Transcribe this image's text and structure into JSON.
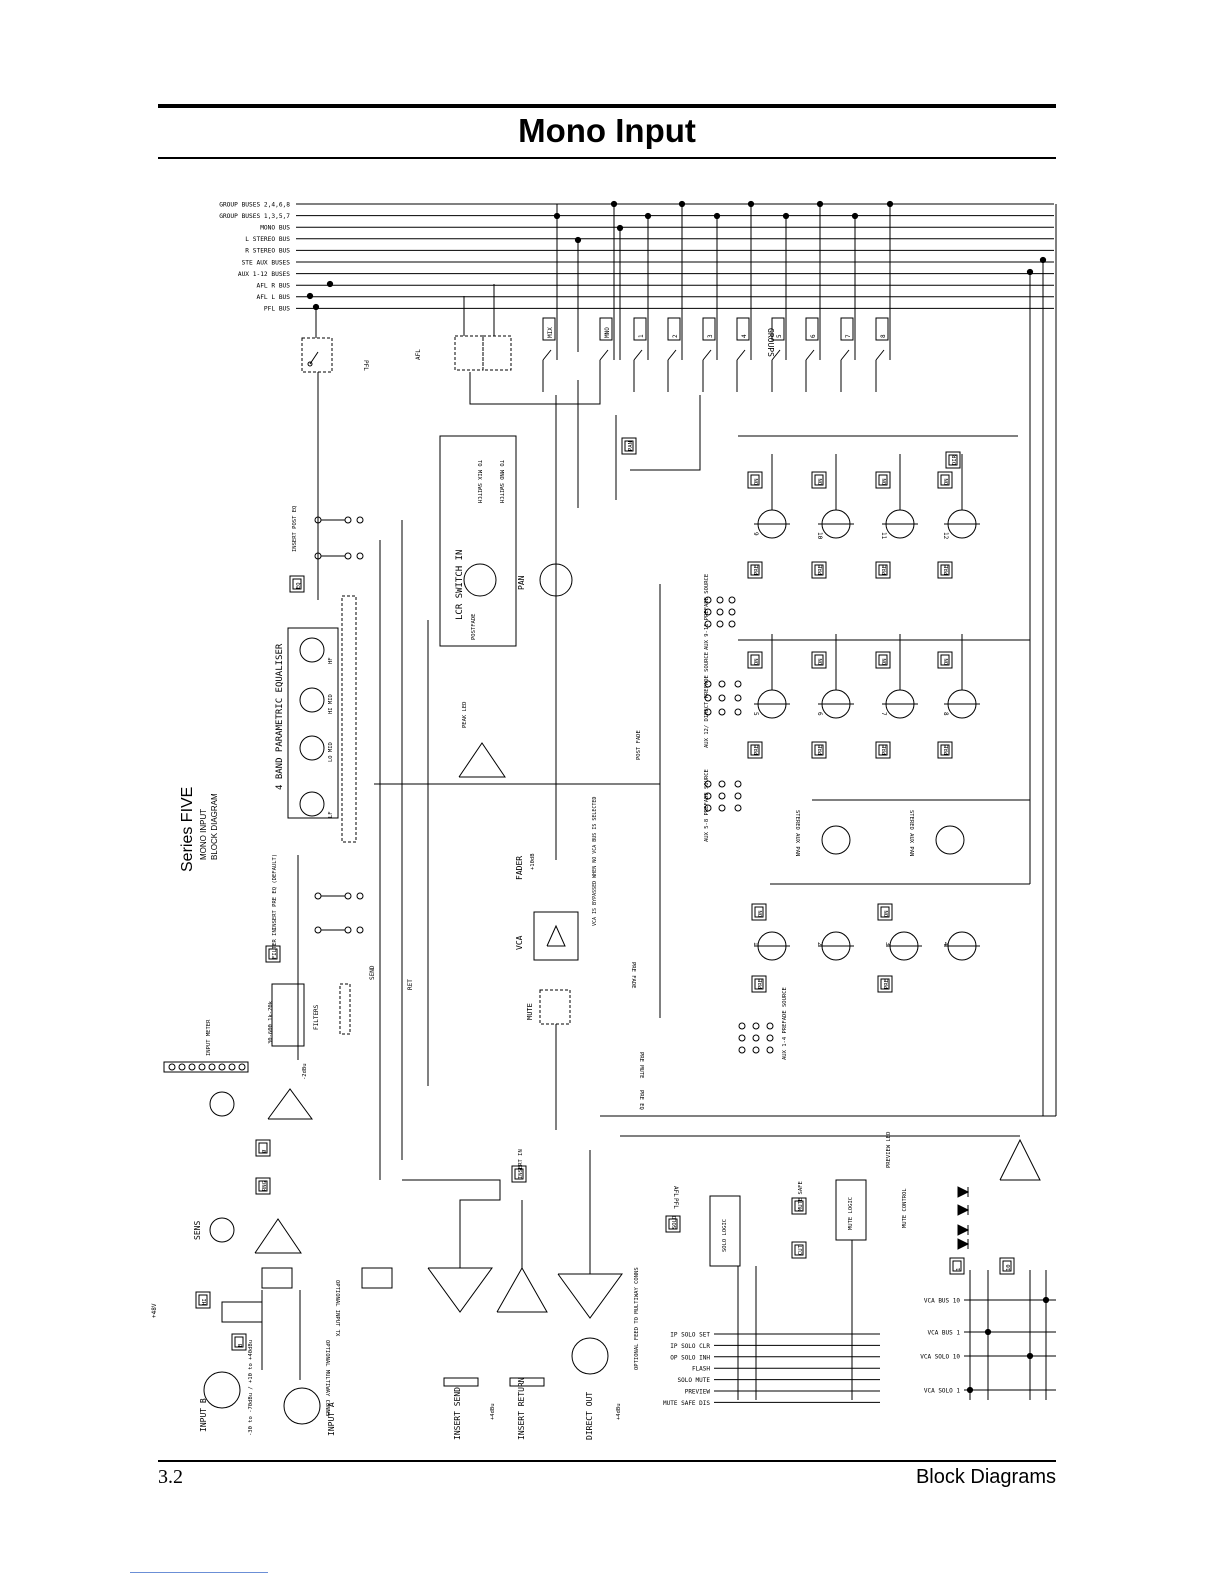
{
  "header": {
    "title": "Mono Input"
  },
  "footer": {
    "page_number": "3.2",
    "section": "Block Diagrams"
  },
  "diagram": {
    "side_title": "Series FIVE",
    "side_subtitle_1": "MONO INPUT",
    "side_subtitle_2": "BLOCK DIAGRAM",
    "buses": [
      "GROUP BUSES 2,4,6,8",
      "GROUP BUSES 1,3,5,7",
      "MONO BUS",
      "L STEREO BUS",
      "R STEREO BUS",
      "STE AUX BUSES",
      "AUX 1-12 BUSES",
      "AFL R BUS",
      "AFL L BUS",
      "PFL BUS"
    ],
    "routing_buttons": [
      "MIX",
      "MNO",
      "1",
      "2",
      "3",
      "4",
      "5",
      "6",
      "7",
      "8"
    ],
    "groups_label": "GROUPS",
    "labels": {
      "pfl": "PFL",
      "afl": "AFL",
      "pan_button": "PAN",
      "lcr_switch": "LCR SWITCH IN",
      "to_mix_switch": "TO MIX SWITCH",
      "to_mno_switch": "TO MNO SWITCH",
      "postfade": "POSTFADE",
      "pan": "PAN",
      "insert_post_eq": "INSERT POST EQ",
      "eq_button": "EQ",
      "eq_title": "4 BAND PARAMETRIC EQUALISER",
      "eq_lf": "LF",
      "eq_lo_mid": "LO MID",
      "eq_hi_mid": "HI MID",
      "eq_hf": "HF",
      "peak_led": "PEAK LED",
      "post_fade": "POST FADE",
      "fader": "FADER",
      "fader_gain": "+10dB",
      "vca": "VCA",
      "vca_note": "VCA IS BYPASSED WHEN NO VCA BUS IS SELECTED",
      "pre_fade": "PRE FADE",
      "mute": "MUTE",
      "pre_mute": "PRE MUTE",
      "pre_eq": "PRE EQ",
      "insert_pre_eq": "INSERT PRE EQ (DEFAULT)",
      "filter_in": "FILTER IN",
      "filter_range": "30-600 1k-20k",
      "filters": "FILTERS",
      "send": "SEND",
      "ret": "RET",
      "input_meter": "INPUT METER",
      "minus_2dbu": "-2dBu",
      "sens": "SENS",
      "phase": "Ø",
      "range_button": "RNG",
      "optional_input_tx": "OPTIONAL INPUT TX",
      "phantom": "+48V",
      "hi_button": "HI",
      "b_button": "B",
      "optional_multiway": "OPTIONAL MULTIWAY CONNS",
      "input_b": "INPUT B",
      "input_a": "INPUT A",
      "input_range": "-30 to -70dBu / +10 to +40dBu",
      "insert_button": "INSERT IN",
      "insert_send": "INSERT SEND",
      "insert_send_level": "+4dBu",
      "insert_return": "INSERT RETURN",
      "direct_out": "DIRECT OUT",
      "direct_out_level": "+4dBu",
      "optional_feed": "OPTIONAL FEED TO MULTIWAY CONNS",
      "aux_9_11_src": "AUX 9-11 PREFADE SOURCE",
      "aux_12_src": "AUX 12/ DIRECT PREFADE SOURCE",
      "aux_5_8_src": "AUX 5-8 PREFADE SOURCE",
      "aux_1_4_src": "AUX 1-4 PREFADE SOURCE",
      "dir_button": "DIR",
      "on": "ON",
      "pre": "PRE",
      "stereo_aux_pan": "STEREO AUX PAN",
      "afl_out": "AFL",
      "pfl_out": "PFL",
      "solo_button": "SOLO",
      "solo_logic": "SOLO LOGIC",
      "mute_safe": "MUTE SAFE",
      "cut_button": "CUT",
      "mute_logic": "MUTE LOGIC",
      "preview_led": "PREVIEW LED",
      "mute_control": "MUTE CONTROL",
      "vca_button_1": "1",
      "vca_button_10": "10"
    },
    "aux_sends_top": [
      "9",
      "10",
      "11",
      "12"
    ],
    "aux_sends_mid": [
      "5",
      "6",
      "7",
      "8"
    ],
    "aux_sends_bottom": [
      "1",
      "2",
      "3",
      "4"
    ],
    "control_lines": [
      "IP SOLO SET",
      "IP SOLO CLR",
      "OP SOLO INH",
      "FLASH",
      "SOLO MUTE",
      "PREVIEW",
      "MUTE SAFE DIS"
    ],
    "vca_lines": [
      "VCA BUS 10",
      "VCA BUS 1",
      "VCA SOLO 10",
      "VCA SOLO 1"
    ]
  }
}
